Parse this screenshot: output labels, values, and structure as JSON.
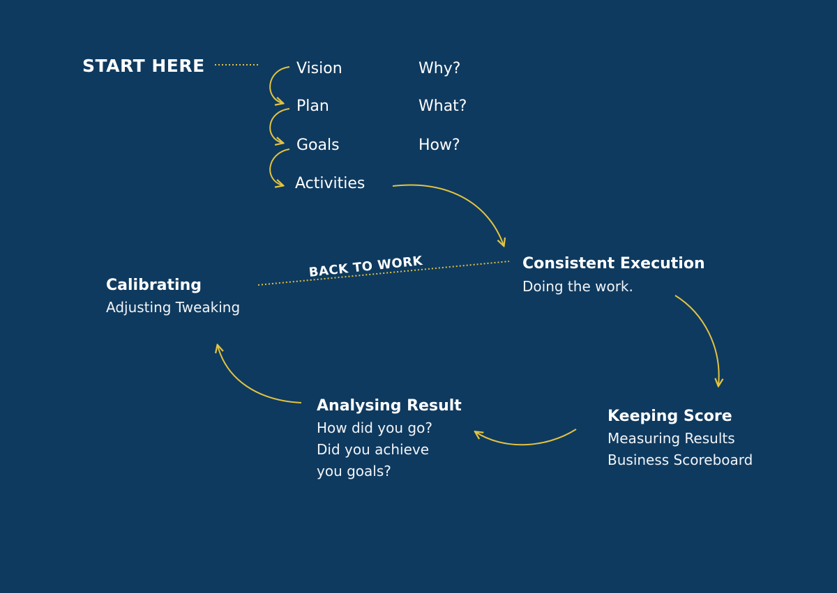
{
  "start_label": "START HERE",
  "steps": [
    {
      "label": "Vision",
      "question": "Why?"
    },
    {
      "label": "Plan",
      "question": "What?"
    },
    {
      "label": "Goals",
      "question": "How?"
    },
    {
      "label": "Activities",
      "question": ""
    }
  ],
  "cycle": {
    "execution": {
      "title": "Consistent Execution",
      "lines": [
        "Doing the work."
      ]
    },
    "score": {
      "title": "Keeping Score",
      "lines": [
        "Measuring Results",
        "Business Scoreboard"
      ]
    },
    "analysing": {
      "title": "Analysing Result",
      "lines": [
        "How did you go?",
        "Did you achieve",
        "you goals?"
      ]
    },
    "calibrating": {
      "title": "Calibrating",
      "lines": [
        "Adjusting Tweaking"
      ]
    }
  },
  "back_label": "BACK TO WORK",
  "colors": {
    "background": "#0f3a5f",
    "accent": "#e3c440",
    "text": "#ffffff"
  }
}
